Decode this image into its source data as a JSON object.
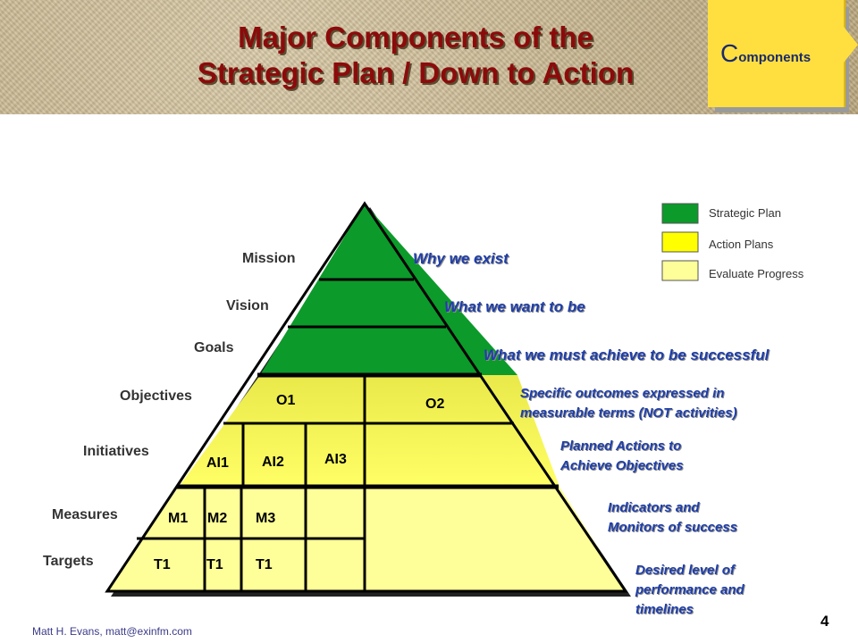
{
  "header": {
    "title_line1": "Major Components of the",
    "title_line2": "Strategic Plan / Down to Action",
    "tag_initial": "C",
    "tag_rest": "omponents"
  },
  "legend": [
    {
      "label": "Strategic Plan",
      "color": "#0c9a2a"
    },
    {
      "label": "Action Plans",
      "color": "#ffff00"
    },
    {
      "label": "Evaluate Progress",
      "color": "#ffff99"
    }
  ],
  "levels": {
    "mission": "Mission",
    "vision": "Vision",
    "goals": "Goals",
    "objectives": "Objectives",
    "initiatives": "Initiatives",
    "measures": "Measures",
    "targets": "Targets"
  },
  "descriptions": {
    "mission": "Why we exist",
    "vision": "What we want to be",
    "goals": "What we must achieve to be successful",
    "objectives_1": "Specific outcomes expressed in",
    "objectives_2": "measurable terms (NOT activities)",
    "initiatives_1": "Planned Actions to",
    "initiatives_2": "Achieve Objectives",
    "measures_1": "Indicators and",
    "measures_2": "Monitors of success",
    "targets_1": "Desired level of",
    "targets_2": "performance and",
    "targets_3": "timelines"
  },
  "cells": {
    "o1": "O1",
    "o2": "O2",
    "ai1": "AI1",
    "ai2": "AI2",
    "ai3": "AI3",
    "m1": "M1",
    "m2": "M2",
    "m3": "M3",
    "t1a": "T1",
    "t1b": "T1",
    "t1c": "T1"
  },
  "footer": {
    "author": "Matt H. Evans, matt@exinfm.com",
    "page": "4"
  }
}
